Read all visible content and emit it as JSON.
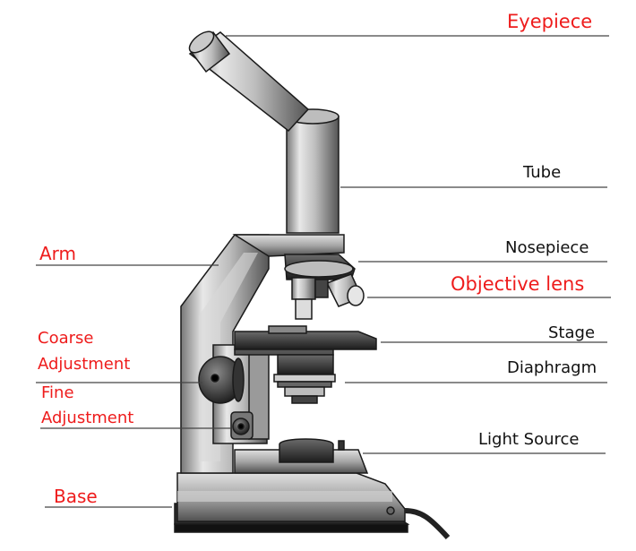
{
  "colors": {
    "label_red": "#ee1c1c",
    "label_black": "#111111",
    "leader_line": "#444444",
    "metal_light": "#e6e6e6",
    "metal_mid": "#a9a9a9",
    "metal_dark": "#3a3a3a"
  },
  "labels": {
    "eyepiece": "Eyepiece",
    "tube": "Tube",
    "arm": "Arm",
    "nosepiece": "Nosepiece",
    "objective_lens": "Objective lens",
    "stage": "Stage",
    "coarse_adjustment_line1": "Coarse",
    "coarse_adjustment_line2": "Adjustment",
    "diaphragm": "Diaphragm",
    "fine_adjustment_line1": "Fine",
    "fine_adjustment_line2": "Adjustment",
    "light_source": "Light Source",
    "base": "Base"
  }
}
